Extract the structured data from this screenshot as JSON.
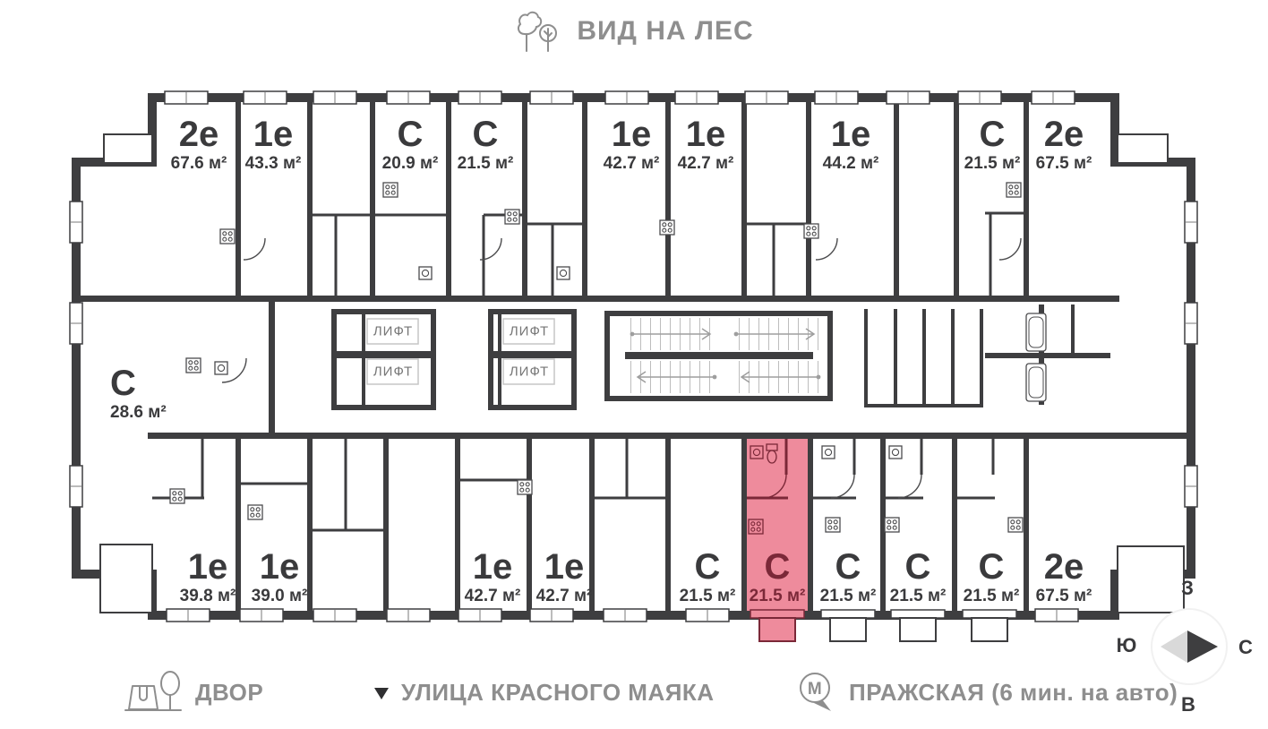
{
  "header": {
    "title": "ВИД НА ЛЕС"
  },
  "units": {
    "top": [
      {
        "type": "2е",
        "area": "67.6 м²"
      },
      {
        "type": "1е",
        "area": "43.3 м²"
      },
      {
        "type": "С",
        "area": "20.9 м²"
      },
      {
        "type": "С",
        "area": "21.5 м²"
      },
      {
        "type": "1е",
        "area": "42.7 м²"
      },
      {
        "type": "1е",
        "area": "42.7 м²"
      },
      {
        "type": "1е",
        "area": "44.2 м²"
      },
      {
        "type": "С",
        "area": "21.5 м²"
      },
      {
        "type": "2е",
        "area": "67.5 м²"
      }
    ],
    "left": {
      "type": "С",
      "area": "28.6 м²"
    },
    "bottom": [
      {
        "type": "1е",
        "area": "39.8 м²"
      },
      {
        "type": "1е",
        "area": "39.0 м²"
      },
      {
        "type": "1е",
        "area": "42.7 м²"
      },
      {
        "type": "1е",
        "area": "42.7 м²"
      },
      {
        "type": "С",
        "area": "21.5 м²"
      },
      {
        "type": "С",
        "area": "21.5 м²",
        "highlighted": true
      },
      {
        "type": "С",
        "area": "21.5 м²"
      },
      {
        "type": "С",
        "area": "21.5 м²"
      },
      {
        "type": "С",
        "area": "21.5 м²"
      },
      {
        "type": "2е",
        "area": "67.5 м²"
      }
    ]
  },
  "plan": {
    "elevator_label": "ЛИФТ"
  },
  "legend": {
    "yard_label": "ДВОР",
    "street_label": "УЛИЦА КРАСНОГО МАЯКА",
    "metro_letter": "М",
    "metro_label": "ПРАЖСКАЯ (6 мин. на авто)"
  },
  "compass": {
    "top": "З",
    "left": "Ю",
    "right": "С",
    "bottom": "В"
  },
  "colors": {
    "wall": "#3E3E40",
    "label": "#3A3A3C",
    "muted": "#8E8E8E",
    "highlight_fill": "#EE8B9C",
    "highlight_dark": "#7B2838"
  }
}
